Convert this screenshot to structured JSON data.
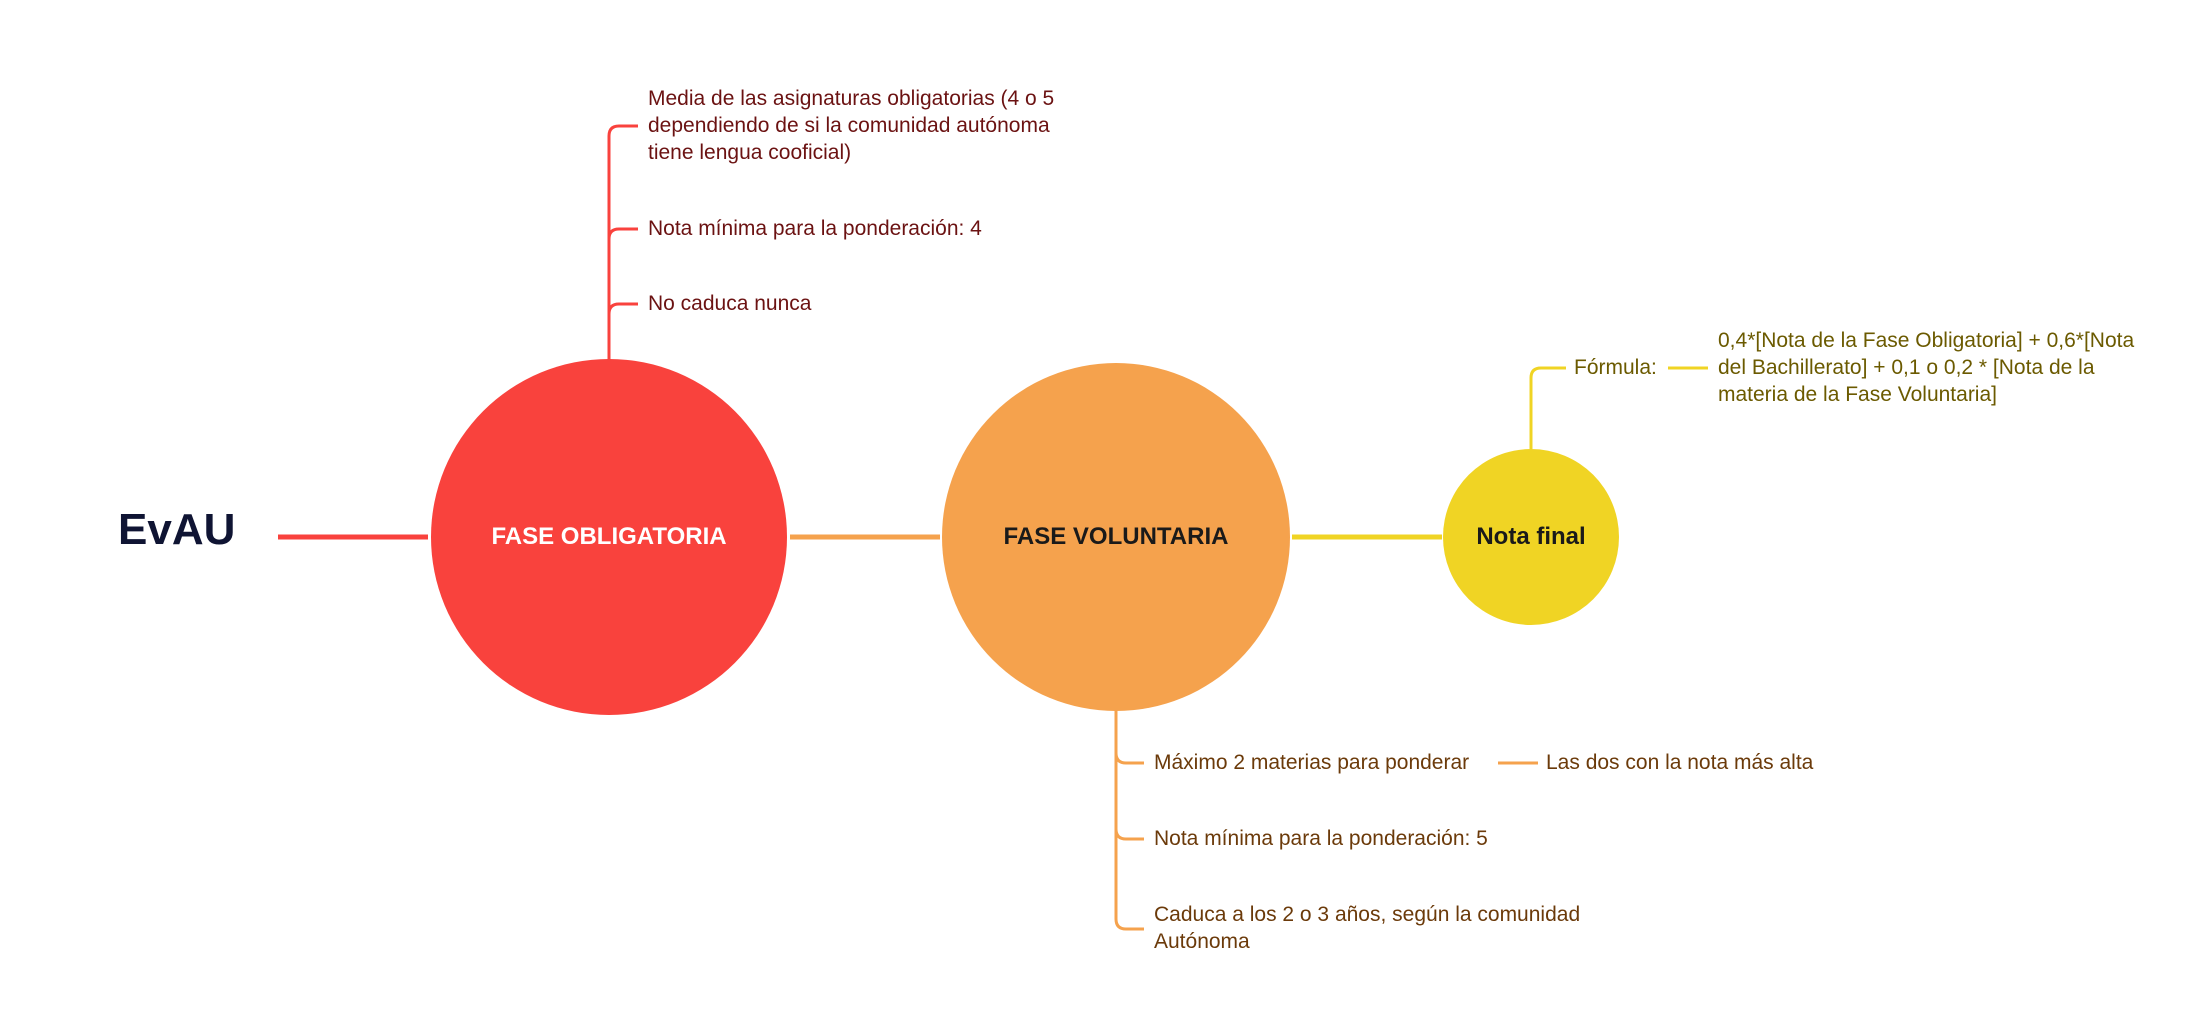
{
  "root": {
    "label": "EvAU"
  },
  "colors": {
    "fase_obligatoria": "#f9423d",
    "fase_voluntaria": "#f5a24d",
    "nota_final": "#f0d424",
    "title": "#0f1433",
    "label_dark": "#1a1a1a",
    "label_light": "#ffffff"
  },
  "nodes": {
    "fase_obligatoria": {
      "label": "FASE OBLIGATORIA",
      "children": [
        {
          "line1": "Media de las asignaturas obligatorias (4 o 5",
          "line2": "dependiendo de si la comunidad autónoma",
          "line3": "tiene lengua cooficial)"
        },
        {
          "text": "Nota mínima para la ponderación: 4"
        },
        {
          "text": "No caduca nunca"
        }
      ]
    },
    "fase_voluntaria": {
      "label": "FASE VOLUNTARIA",
      "children": [
        {
          "text": "Máximo 2 materias para ponderar",
          "sub": "Las dos con la nota más alta"
        },
        {
          "text": "Nota mínima para la ponderación: 5"
        },
        {
          "line1": "Caduca a los 2 o 3 años, según la comunidad",
          "line2": "Autónoma"
        }
      ]
    },
    "nota_final": {
      "label": "Nota final",
      "children": [
        {
          "text": "Fórmula:",
          "line1": "0,4*[Nota de la Fase Obligatoria] + 0,6*[Nota",
          "line2": "del Bachillerato] + 0,1 o 0,2 * [Nota de la",
          "line3": "materia de la Fase Voluntaria]"
        }
      ]
    }
  }
}
